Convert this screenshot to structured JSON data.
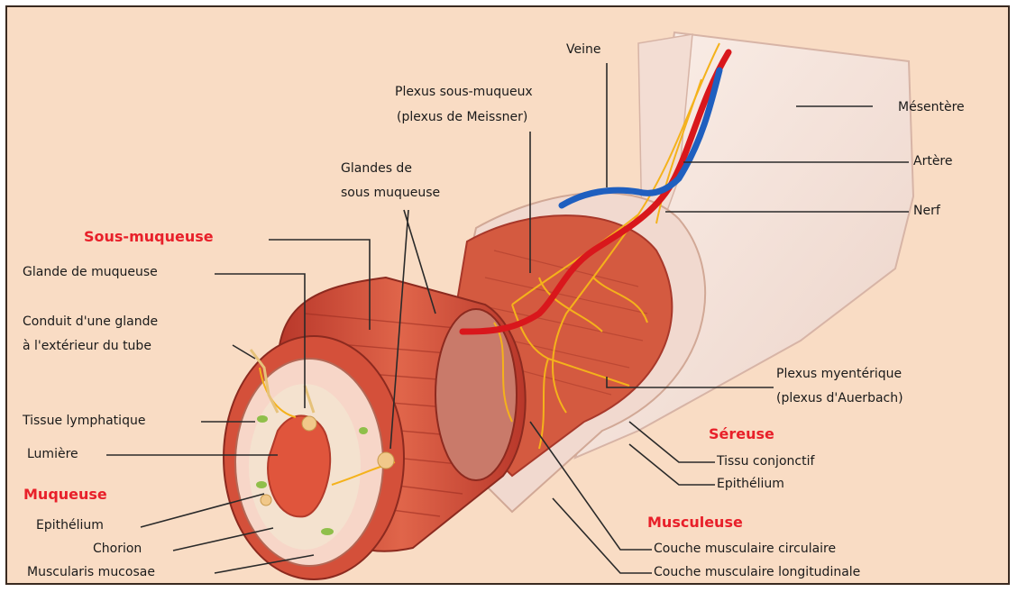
{
  "labels": {
    "veine": "Veine",
    "plexus_sm_1": "Plexus sous-muqueux",
    "plexus_sm_2": "(plexus de Meissner)",
    "mesentere": "Mésentère",
    "artere": "Artère",
    "nerf": "Nerf",
    "glandes_1": "Glandes de",
    "glandes_2": "sous muqueuse",
    "sous_muqueuse": "Sous-muqueuse",
    "glande_muqueuse": "Glande de muqueuse",
    "conduit_1": "Conduit d'une glande",
    "conduit_2": "à l'extérieur du tube",
    "tissue_lymph": "Tissue lymphatique",
    "lumiere": "Lumière",
    "muqueuse": "Muqueuse",
    "epithelium_muq": "Epithélium",
    "chorion": "Chorion",
    "muscularis": "Muscularis mucosae",
    "plexus_my_1": "Plexus myentérique",
    "plexus_my_2": "(plexus d'Auerbach)",
    "sereuse": "Séreuse",
    "tissu_conj": "Tissu conjonctif",
    "epithelium_ser": "Epithélium",
    "musculeuse": "Musculeuse",
    "couche_circ": "Couche musculaire circulaire",
    "couche_long": "Couche musculaire longitudinale"
  },
  "colors": {
    "background": "#f9dcc4",
    "label_heading": "#e8202a",
    "artery": "#d9171c",
    "vein": "#1f5fbf",
    "nerve": "#f4b21b",
    "muscle": "#d9553d",
    "serosa": "#f6e4dc"
  }
}
